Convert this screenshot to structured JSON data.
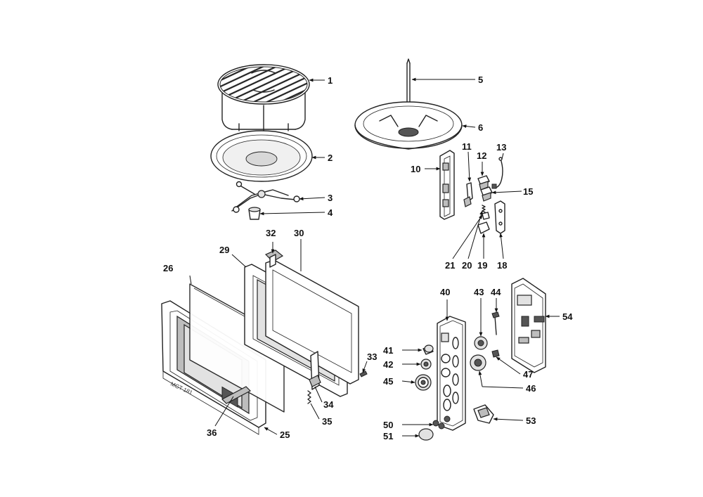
{
  "callouts": {
    "c1": "1",
    "c2": "2",
    "c3": "3",
    "c4": "4",
    "c5": "5",
    "c6": "6",
    "c10": "10",
    "c11": "11",
    "c12": "12",
    "c13": "13",
    "c15": "15",
    "c18": "18",
    "c19": "19",
    "c20": "20",
    "c21": "21",
    "c25": "25",
    "c26": "26",
    "c29": "29",
    "c30": "30",
    "c32": "32",
    "c33": "33",
    "c34": "34",
    "c35": "35",
    "c36": "36",
    "c40": "40",
    "c41": "41",
    "c42": "42",
    "c43": "43",
    "c44": "44",
    "c45": "45",
    "c46": "46",
    "c47": "47",
    "c50": "50",
    "c51": "51",
    "c53": "53",
    "c54": "54"
  },
  "door_marking": "MGT 181"
}
